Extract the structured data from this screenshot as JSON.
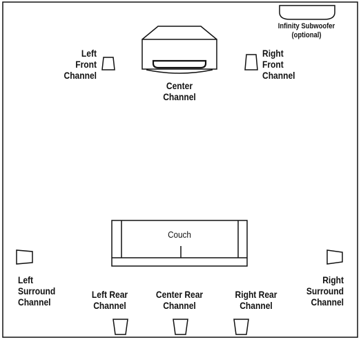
{
  "labels": {
    "subwoofer": [
      "Infinity Subwoofer",
      "(optional)"
    ],
    "left_front": [
      "Left",
      "Front",
      "Channel"
    ],
    "right_front": [
      "Right",
      "Front",
      "Channel"
    ],
    "center": [
      "Center",
      "Channel"
    ],
    "couch": "Couch",
    "left_surround": [
      "Left",
      "Surround",
      "Channel"
    ],
    "right_surround": [
      "Right",
      "Surround",
      "Channel"
    ],
    "left_rear": [
      "Left Rear",
      "Channel"
    ],
    "center_rear": [
      "Center Rear",
      "Channel"
    ],
    "right_rear": [
      "Right Rear",
      "Channel"
    ]
  }
}
